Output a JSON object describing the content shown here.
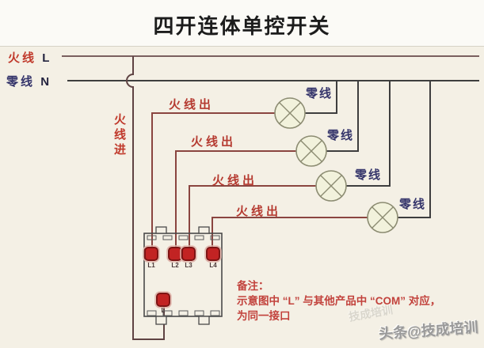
{
  "title": "四开连体单控开关",
  "legend": {
    "live_label": "火线",
    "live_terminal": "L",
    "neutral_label": "零线",
    "neutral_terminal": "N"
  },
  "wire_labels": {
    "live_in": "火线进",
    "live_out": [
      "火线出",
      "火线出",
      "火线出",
      "火线出"
    ],
    "neutral": [
      "零线",
      "零线",
      "零线",
      "零线"
    ]
  },
  "switch_box": {
    "terminals": [
      "L1",
      "L2",
      "L3",
      "L4"
    ],
    "common_terminal": "L"
  },
  "note": {
    "heading": "备注：",
    "line1": "示意图中 “L” 与其他产品中 “COM” 对应，",
    "line2": "为同一接口"
  },
  "watermark": "头条@技成培训",
  "watermark_ghost": "技成培训",
  "colors": {
    "live_text": "#c0392b",
    "neutral_text": "#35356b",
    "live_feed_line": "#7a5f5f",
    "neutral_line": "#3e3e3e",
    "live_out_wire": "#8a4540",
    "lamp_fill": "#f2f2dc",
    "lamp_stroke": "#8c8c72",
    "terminal_fill": "#c22323",
    "terminal_border": "#7e1414",
    "background": "#f4f0e5"
  }
}
